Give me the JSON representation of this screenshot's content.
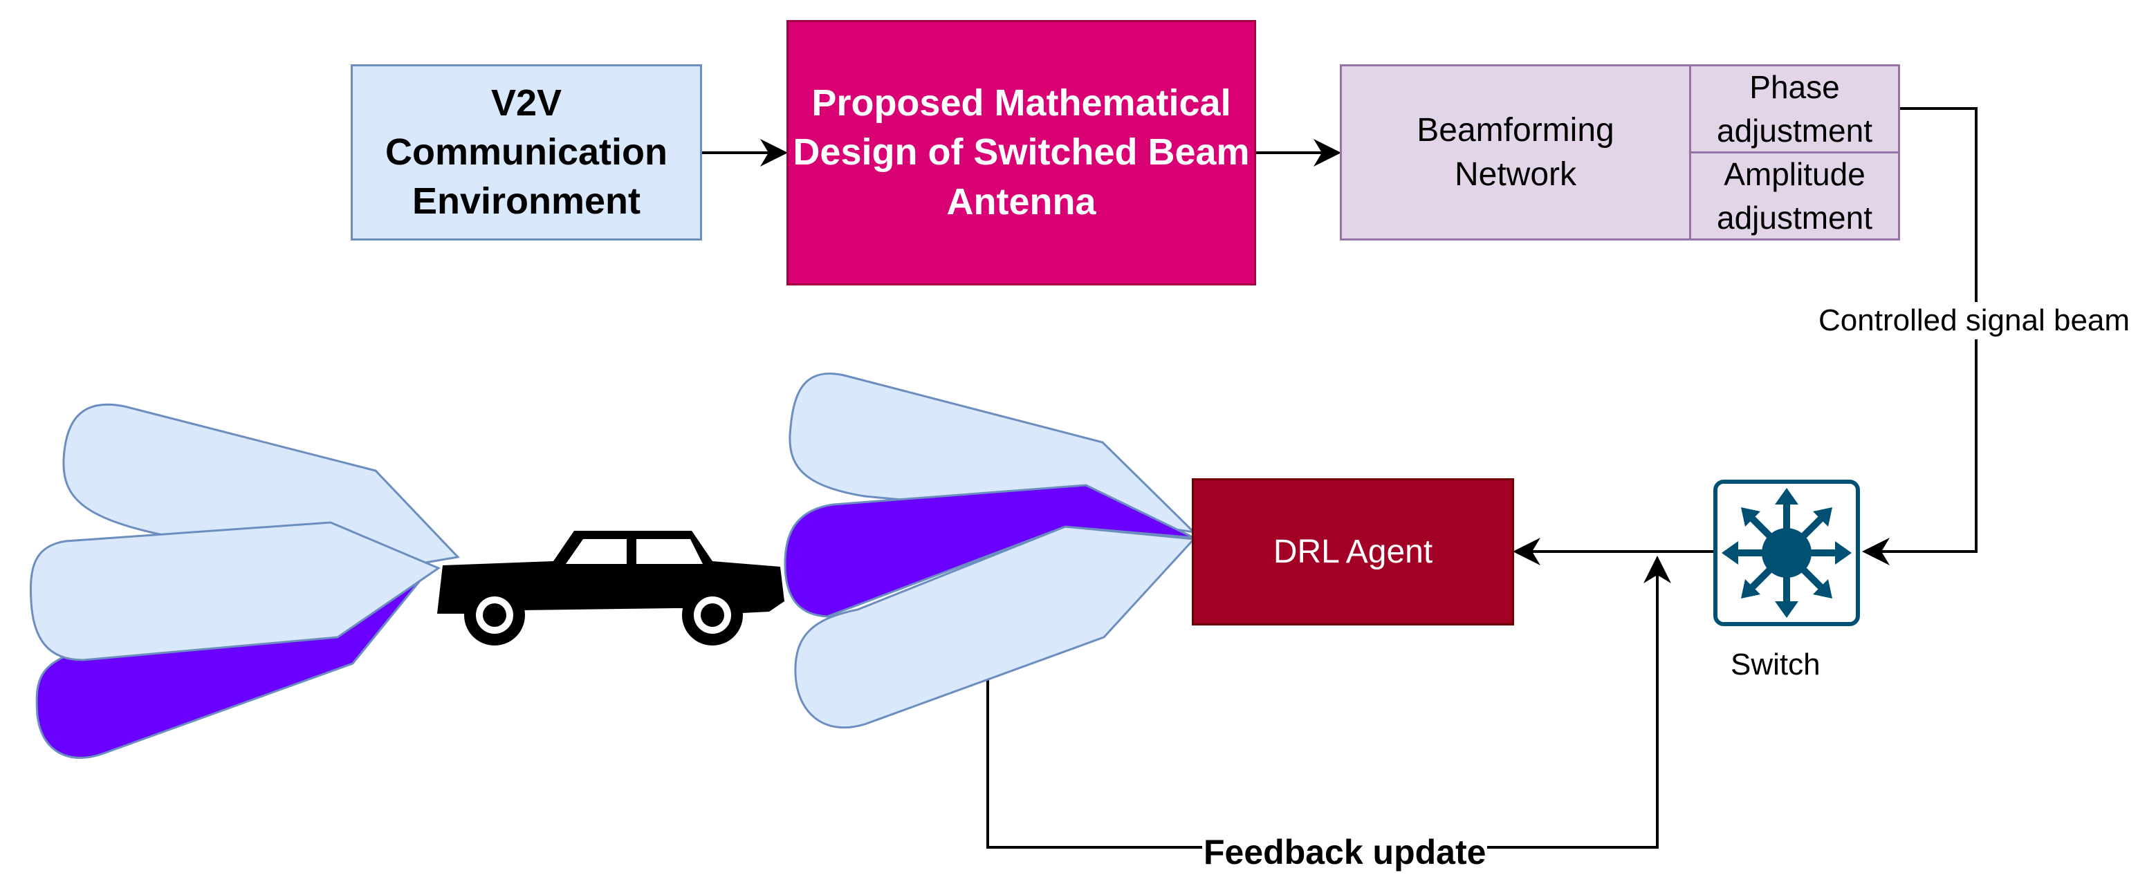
{
  "boxes": {
    "v2v": "V2V Communication Environment",
    "proposed": "Proposed Mathematical Design of Switched Beam Antenna",
    "beamforming": "Beamforming Network",
    "phase": "Phase adjustment",
    "amplitude": "Amplitude adjustment",
    "drl": "DRL Agent"
  },
  "labels": {
    "controlled": "Controlled signal beam",
    "switch": "Switch",
    "feedback": "Feedback update"
  },
  "colors": {
    "beam_light": "#dae8fc",
    "beam_dark": "#6a00ff",
    "proposed": "#d80073",
    "drl": "#a20025",
    "beamforming": "#e1d5e7",
    "switch_icon": "#005073"
  },
  "icons": [
    "car-icon",
    "switch-icon"
  ]
}
